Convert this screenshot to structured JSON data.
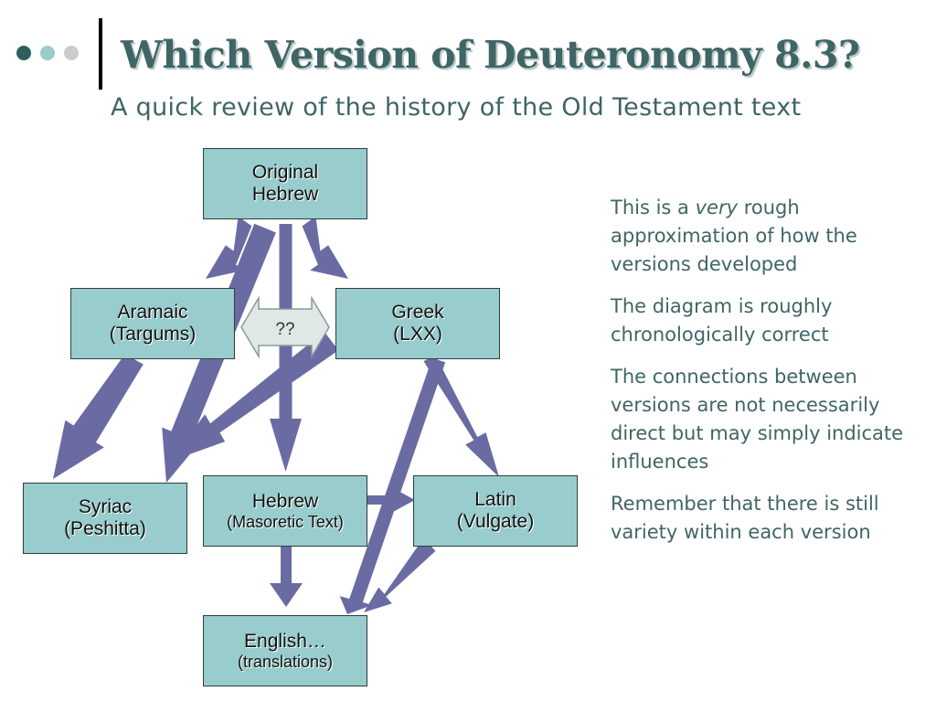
{
  "title": "Which Version of Deuteronomy 8.3?",
  "subtitle": "A quick review of the history of the Old Testament text",
  "colors": {
    "title": "#3f6565",
    "box_fill": "#99cccc",
    "arrow": "#6b6ba3",
    "dots": [
      "#2e5e5e",
      "#99cccc",
      "#cccccc"
    ]
  },
  "nodes": {
    "original": {
      "line1": "Original",
      "line2": "Hebrew"
    },
    "aramaic": {
      "line1": "Aramaic",
      "line2": "(Targums)"
    },
    "greek": {
      "line1": "Greek",
      "line2": "(LXX)"
    },
    "syriac": {
      "line1": "Syriac",
      "line2": "(Peshitta)"
    },
    "hebrew_mt": {
      "line1": "Hebrew",
      "line2": "(Masoretic Text)"
    },
    "latin": {
      "line1": "Latin",
      "line2": "(Vulgate)"
    },
    "english": {
      "line1": "English…",
      "line2": "(translations)"
    }
  },
  "uncertain_link_label": "??",
  "notes": {
    "n1_before": "This is a ",
    "n1_em": "very",
    "n1_after": " rough approximation of how the versions developed",
    "n2": "The diagram is roughly chronologically correct",
    "n3": "The connections between versions are not necessarily direct but may simply indicate influences",
    "n4": "Remember that there is still variety within each version"
  }
}
